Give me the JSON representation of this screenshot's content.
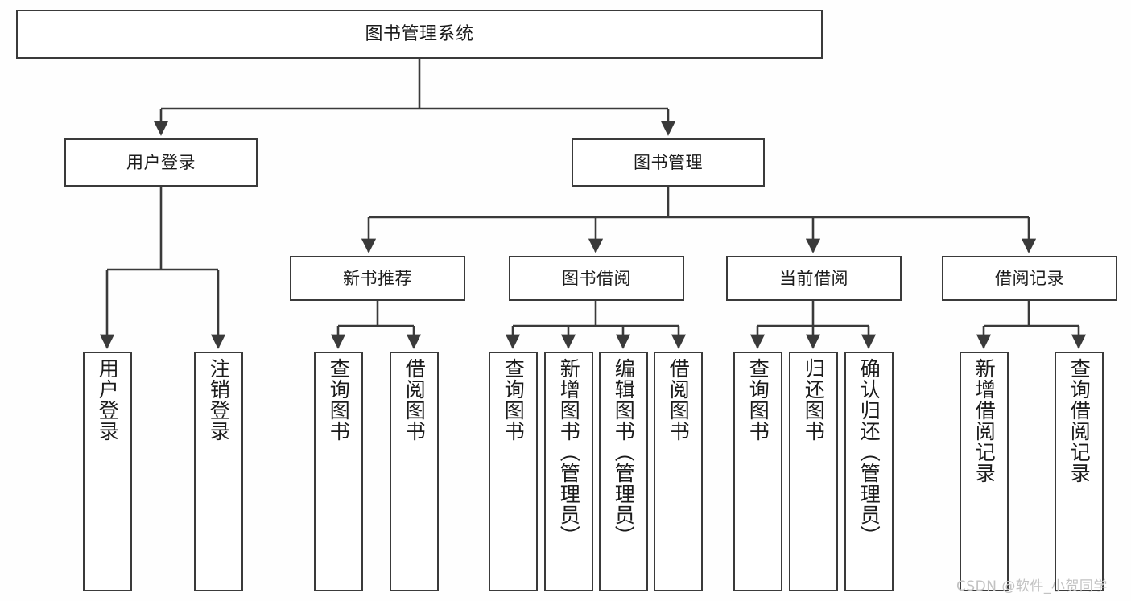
{
  "diagram": {
    "title": "图书管理系统",
    "type": "functional-structure-tree",
    "root": {
      "id": "root",
      "label": "图书管理系统"
    },
    "level2": [
      {
        "id": "user-login",
        "label": "用户登录"
      },
      {
        "id": "book-manage",
        "label": "图书管理"
      }
    ],
    "level3": [
      {
        "id": "new-book-rec",
        "label": "新书推荐",
        "parent": "book-manage"
      },
      {
        "id": "book-borrow",
        "label": "图书借阅",
        "parent": "book-manage"
      },
      {
        "id": "current-borrow",
        "label": "当前借阅",
        "parent": "book-manage"
      },
      {
        "id": "borrow-record",
        "label": "借阅记录",
        "parent": "book-manage"
      }
    ],
    "leaves": [
      {
        "id": "leaf-user-login",
        "label": "用户登录",
        "parent": "user-login"
      },
      {
        "id": "leaf-logout",
        "label": "注销登录",
        "parent": "user-login"
      },
      {
        "id": "leaf-query-book-1",
        "label": "查询图书",
        "parent": "new-book-rec"
      },
      {
        "id": "leaf-borrow-book-1",
        "label": "借阅图书",
        "parent": "new-book-rec"
      },
      {
        "id": "leaf-query-book-2",
        "label": "查询图书",
        "parent": "book-borrow"
      },
      {
        "id": "leaf-add-book",
        "label": "新增图书（管理员）",
        "parent": "book-borrow"
      },
      {
        "id": "leaf-edit-book",
        "label": "编辑图书（管理员）",
        "parent": "book-borrow"
      },
      {
        "id": "leaf-borrow-book-2",
        "label": "借阅图书",
        "parent": "book-borrow"
      },
      {
        "id": "leaf-query-book-3",
        "label": "查询图书",
        "parent": "current-borrow"
      },
      {
        "id": "leaf-return-book",
        "label": "归还图书",
        "parent": "current-borrow"
      },
      {
        "id": "leaf-confirm-return",
        "label": "确认归还（管理员）",
        "parent": "current-borrow"
      },
      {
        "id": "leaf-add-record",
        "label": "新增借阅记录",
        "parent": "borrow-record"
      },
      {
        "id": "leaf-query-record",
        "label": "查询借阅记录",
        "parent": "borrow-record"
      }
    ],
    "colors": {
      "box_border": "#3a3a3a",
      "box_fill": "#ffffff",
      "edge": "#3a3a3a",
      "text": "#1b1b1b",
      "background": "#fefefe",
      "watermark": "#c2c2c2"
    }
  },
  "watermark": {
    "text": "CSDN @软件_小贺同学"
  }
}
